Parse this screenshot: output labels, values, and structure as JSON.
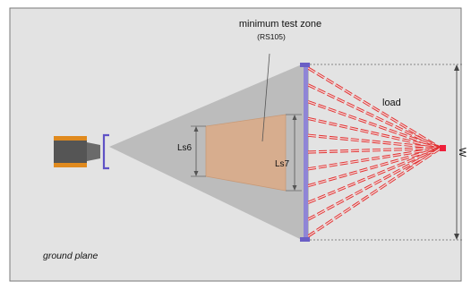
{
  "labels": {
    "zone_title": "minimum test zone",
    "zone_subtitle": "(RS105)",
    "ls6": "Ls6",
    "ls7": "Ls7",
    "load": "load",
    "w": "W",
    "ground_plane": "ground plane"
  },
  "colors": {
    "background": "#e3e3e3",
    "frame": "#7a7a7a",
    "beam": "#b5b5b5",
    "test_zone": "#d5ab8c",
    "plate": "#7b6fc8",
    "load_lines": "#e03030",
    "load_point": "#ee1f3a",
    "source_body": "#555555",
    "source_rim": "#e08a1e"
  },
  "load_line_count": 11,
  "icons": [
    "source-antenna-icon",
    "load-point-icon"
  ]
}
